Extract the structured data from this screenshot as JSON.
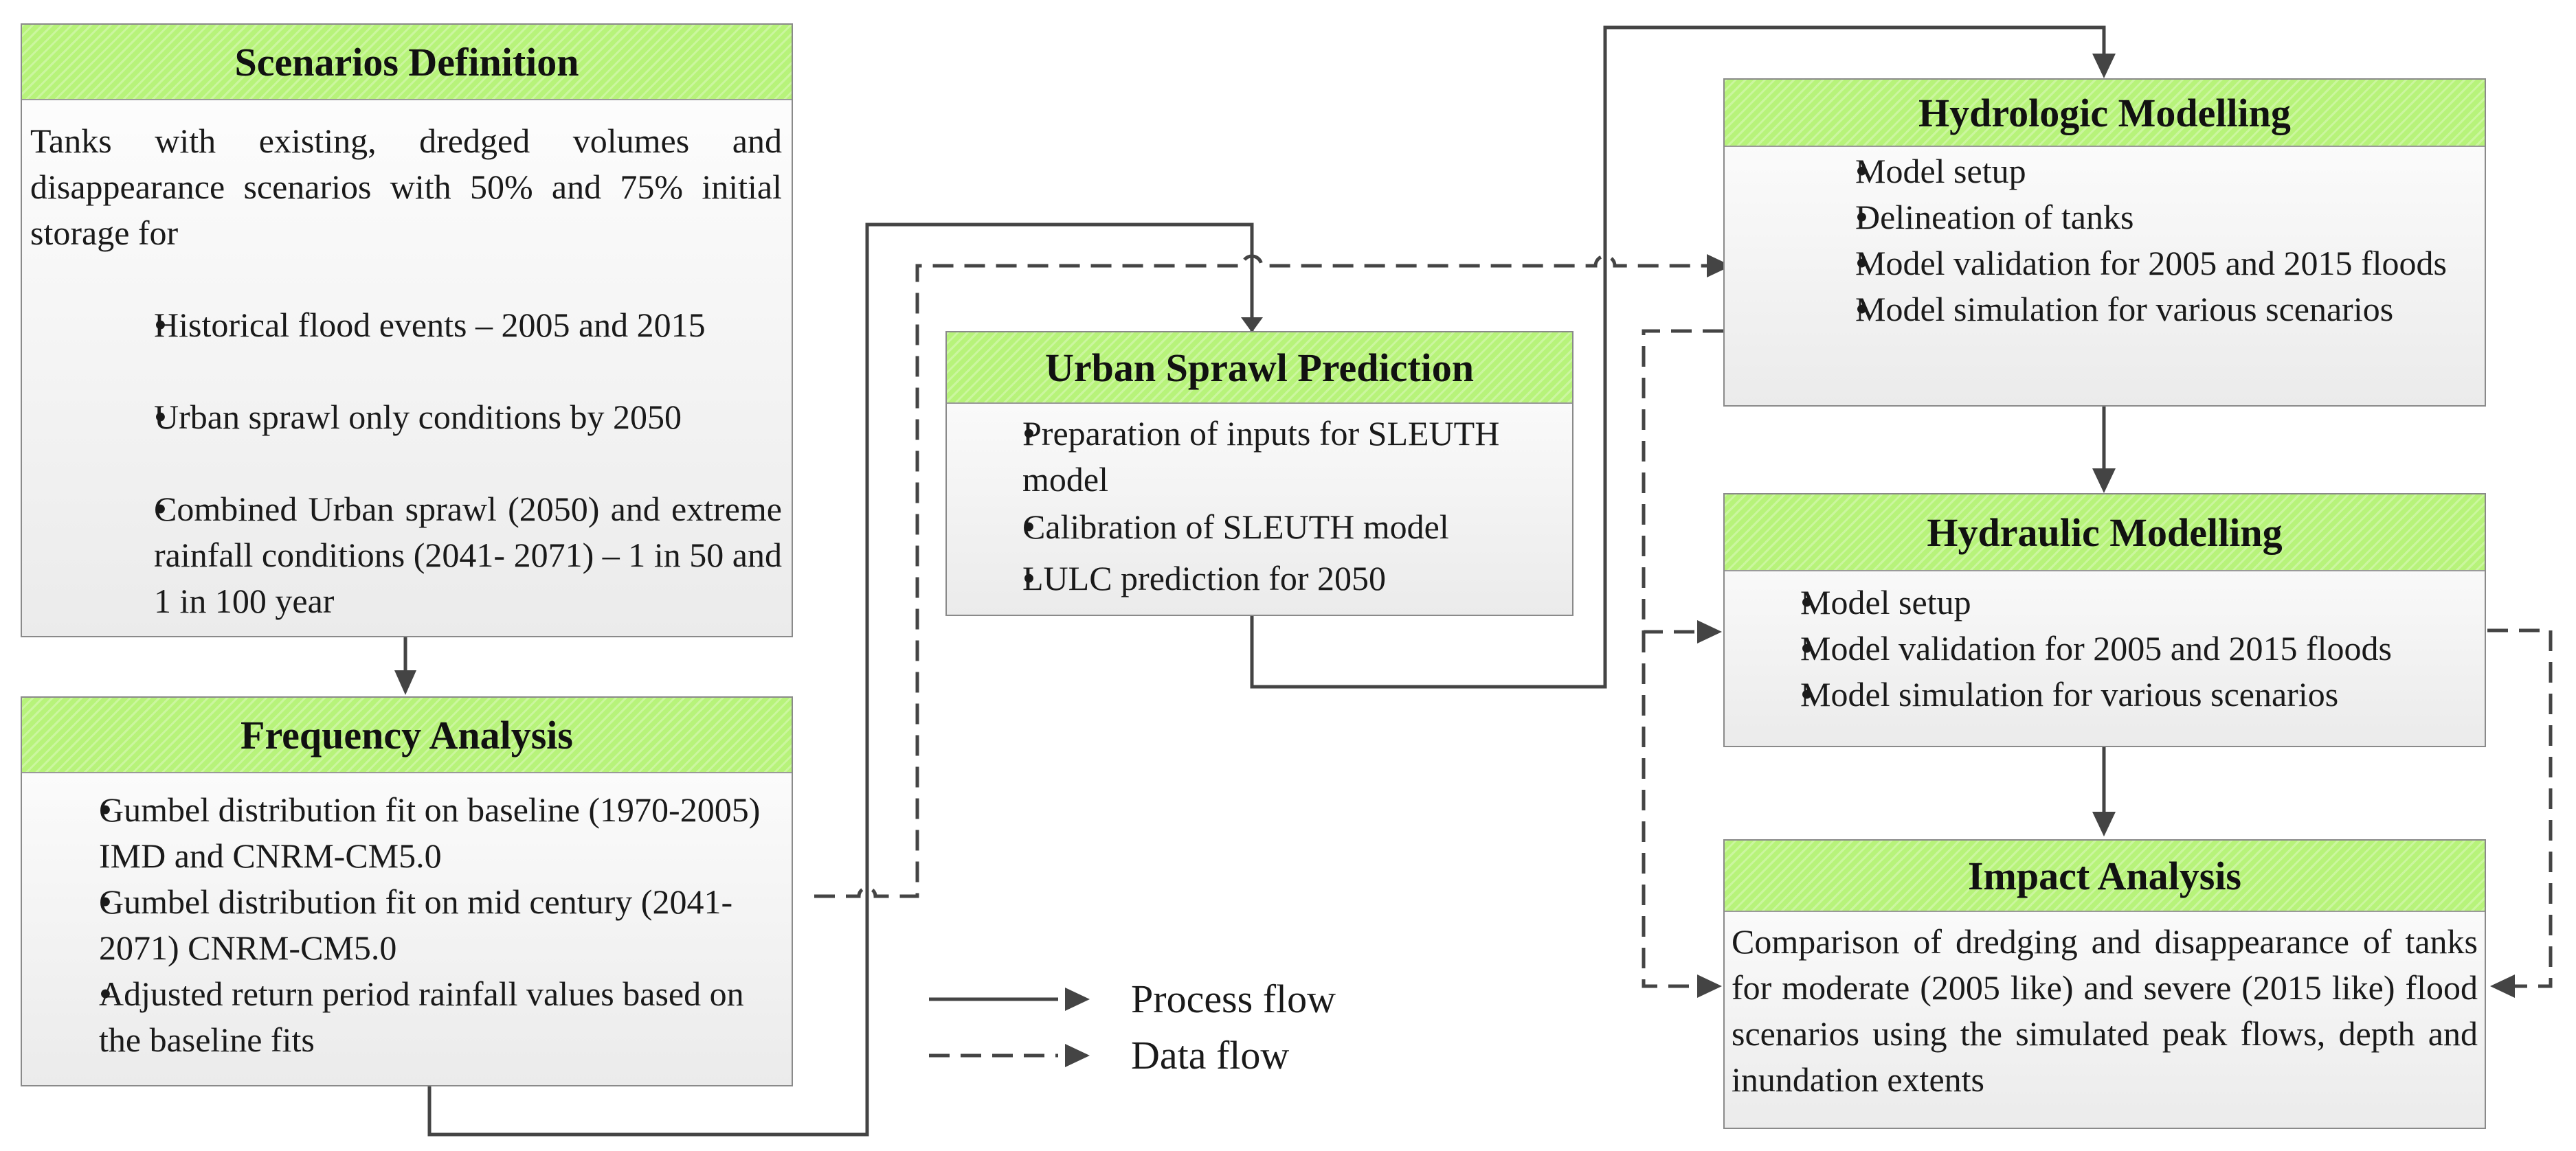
{
  "scenarios": {
    "title": "Scenarios Definition",
    "intro": "Tanks with existing, dredged volumes and disappearance scenarios with 50% and 75% initial storage for",
    "items": [
      "Historical flood events – 2005 and 2015",
      "Urban sprawl only conditions by 2050",
      "Combined Urban sprawl (2050) and extreme rainfall conditions (2041- 2071) – 1 in 50 and 1 in 100 year"
    ]
  },
  "frequency": {
    "title": "Frequency Analysis",
    "items": [
      "Gumbel distribution fit on baseline (1970-2005) IMD and CNRM-CM5.0",
      "Gumbel distribution fit on mid century (2041-2071) CNRM-CM5.0",
      "Adjusted return period rainfall values based on the baseline fits"
    ]
  },
  "urban": {
    "title": "Urban Sprawl Prediction",
    "items": [
      "Preparation of inputs for SLEUTH model",
      "Calibration of SLEUTH model",
      "LULC prediction for 2050"
    ]
  },
  "hydrologic": {
    "title": "Hydrologic Modelling",
    "items": [
      "Model setup",
      "Delineation of tanks",
      "Model validation for 2005 and 2015 floods",
      "Model simulation for various scenarios"
    ]
  },
  "hydraulic": {
    "title": "Hydraulic Modelling",
    "items": [
      "Model setup",
      "Model validation for 2005 and 2015 floods",
      "Model simulation for various scenarios"
    ]
  },
  "impact": {
    "title": "Impact Analysis",
    "text": "Comparison of dredging and disappearance of tanks for moderate (2005 like) and severe (2015 like) flood scenarios using the simulated peak flows, depth and inundation extents"
  },
  "legend": {
    "process": "Process flow",
    "data": "Data flow"
  },
  "colors": {
    "header": "#b7f37a",
    "line": "#444444"
  }
}
